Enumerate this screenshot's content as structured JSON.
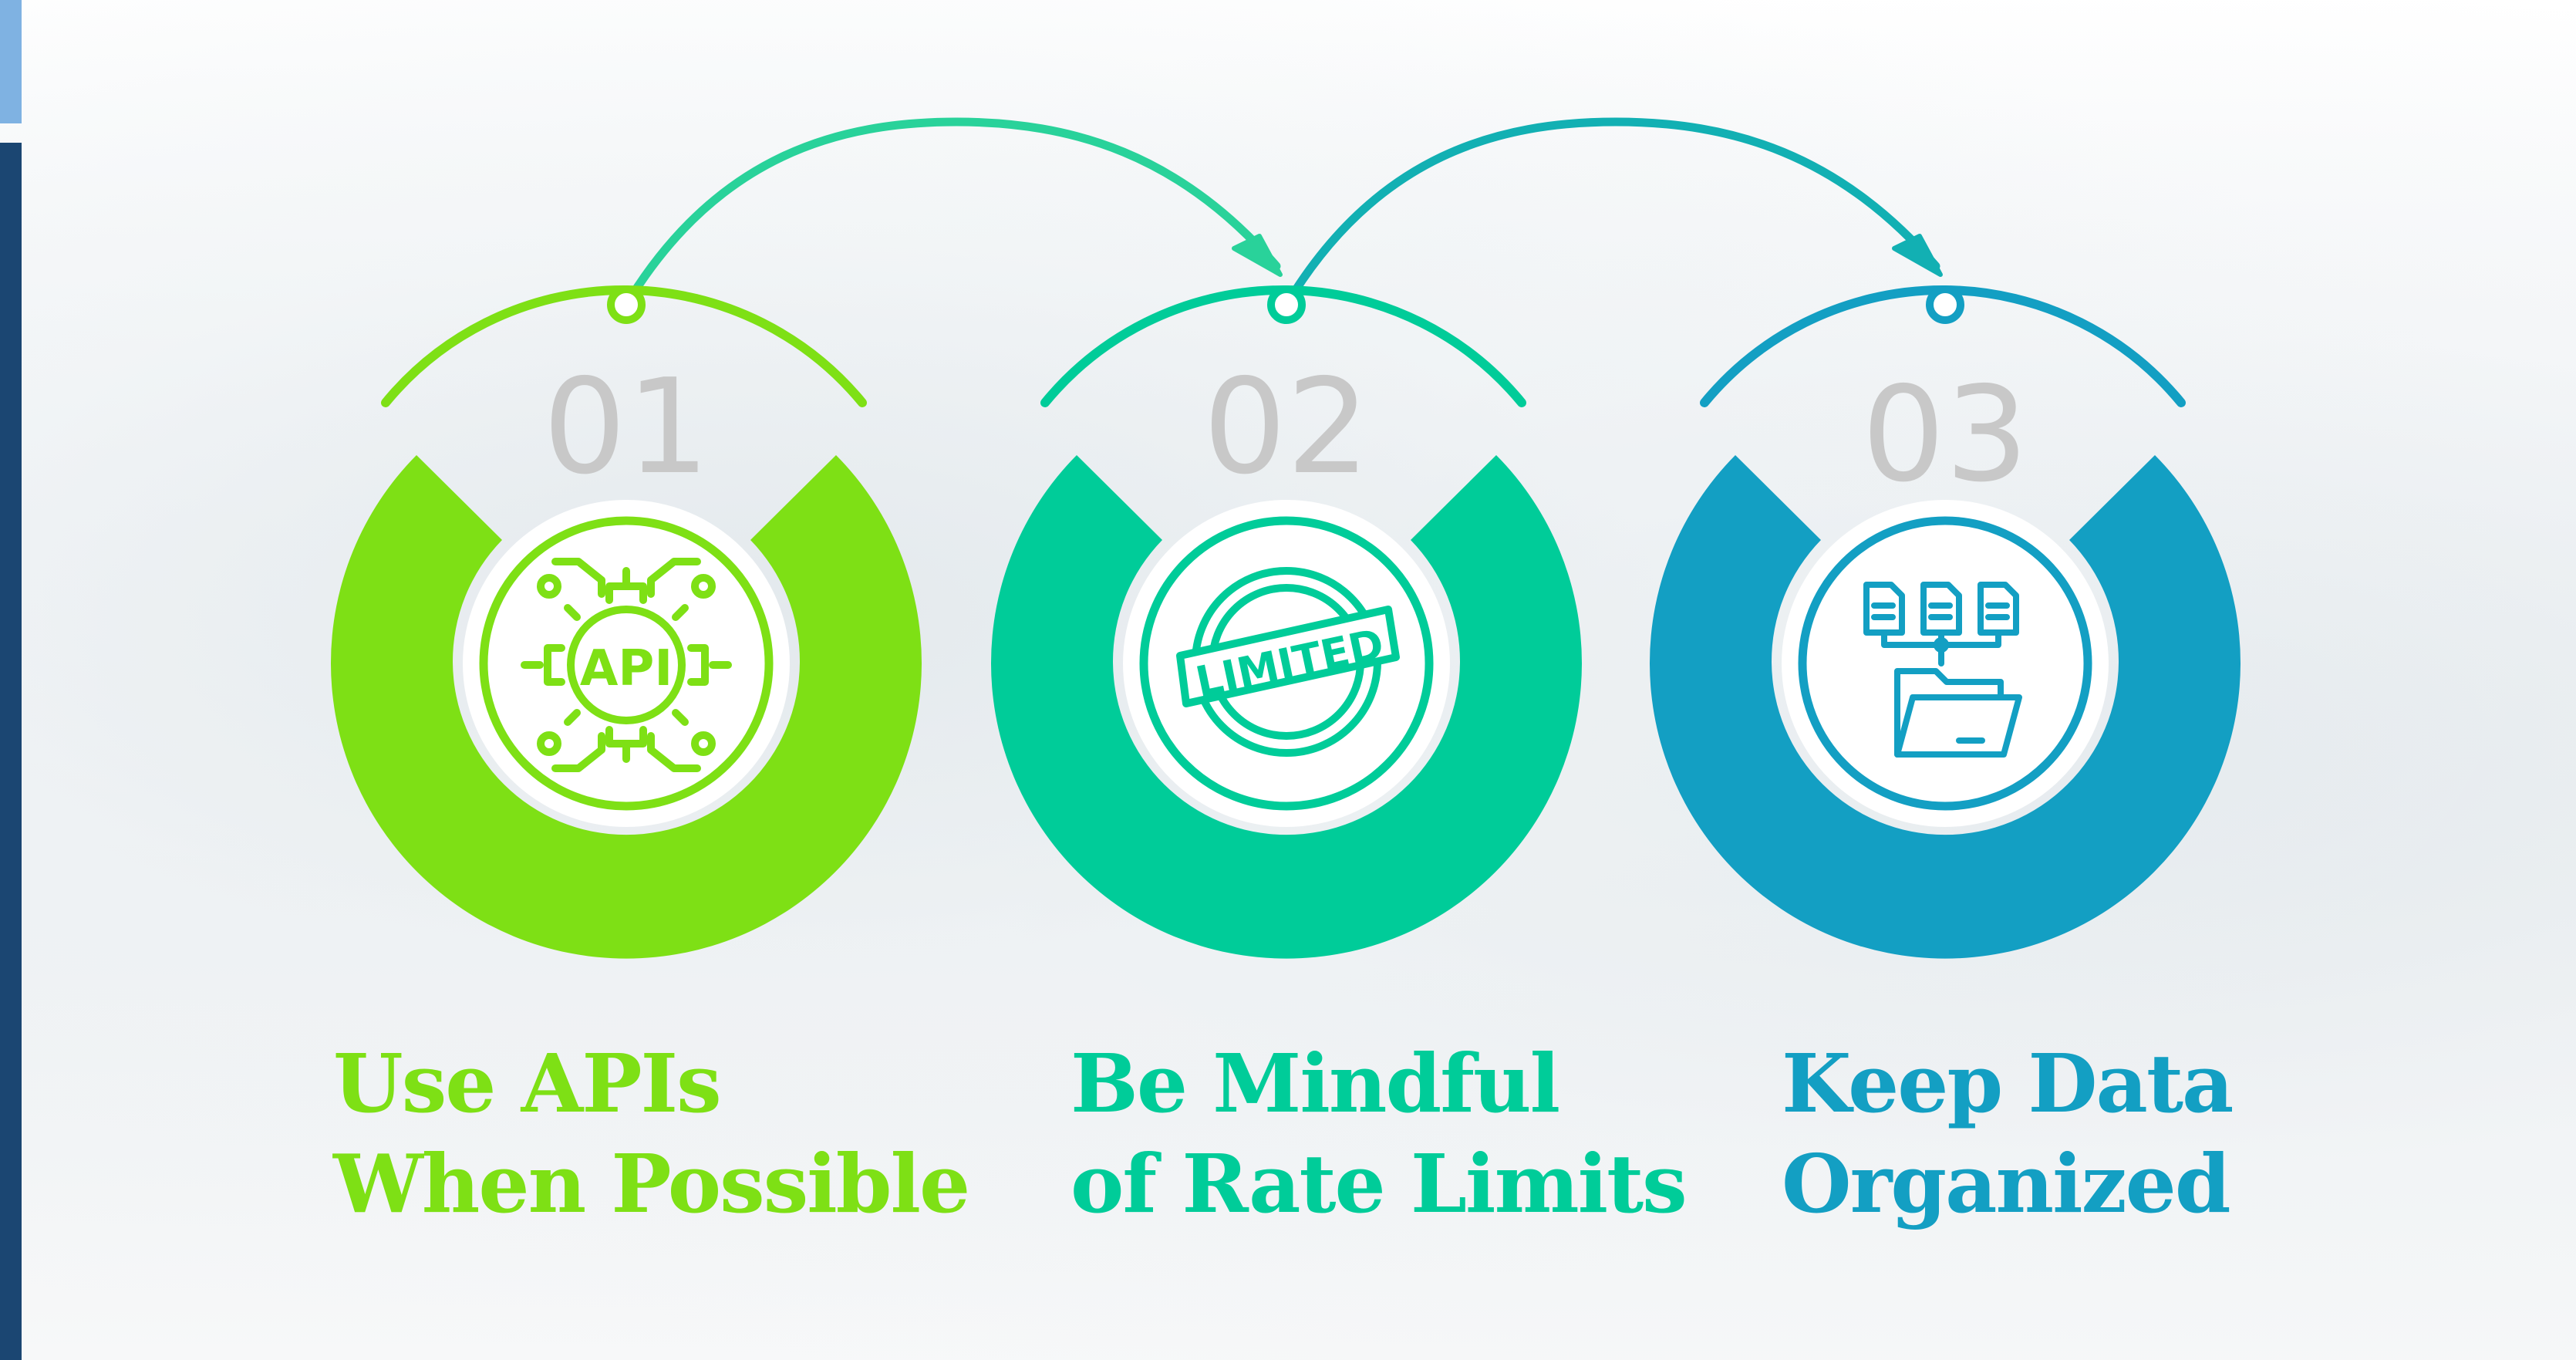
{
  "colors": {
    "green": "#7ee015",
    "teal": "#00cc99",
    "blue": "#139fc3",
    "number": "#c8c8c8",
    "edge_light": "#7fb2e2",
    "edge_dark": "#1b4672"
  },
  "steps": [
    {
      "number": "01",
      "icon": "api-chip-icon",
      "title_line1": "Use APIs",
      "title_line2": "When Possible",
      "color": "#7ee015"
    },
    {
      "number": "02",
      "icon": "limited-stamp-icon",
      "stamp_text": "LIMITED",
      "title_line1": "Be Mindful",
      "title_line2": "of Rate Limits",
      "color": "#00cc99"
    },
    {
      "number": "03",
      "icon": "data-folder-icon",
      "title_line1": "Keep Data",
      "title_line2": "Organized",
      "color": "#139fc3"
    }
  ],
  "api_icon_label": "API"
}
